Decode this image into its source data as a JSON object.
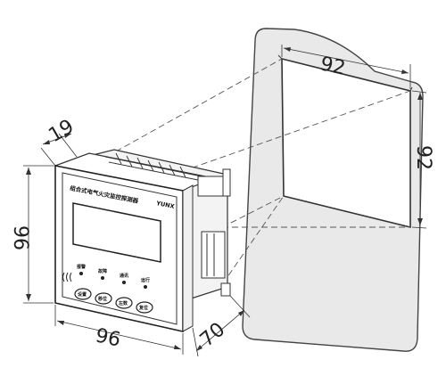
{
  "dimensions": {
    "cutout_width": "92",
    "cutout_height": "92",
    "panel_width": "96",
    "panel_height": "96",
    "depth": "70",
    "bezel": "19"
  },
  "device": {
    "title": "组合式电气火灾监控探测器",
    "brand": "YUNX",
    "leds": [
      "报警",
      "故障",
      "通讯",
      "运行"
    ],
    "buttons": [
      "设置",
      "移位",
      "左数",
      "复位"
    ]
  }
}
